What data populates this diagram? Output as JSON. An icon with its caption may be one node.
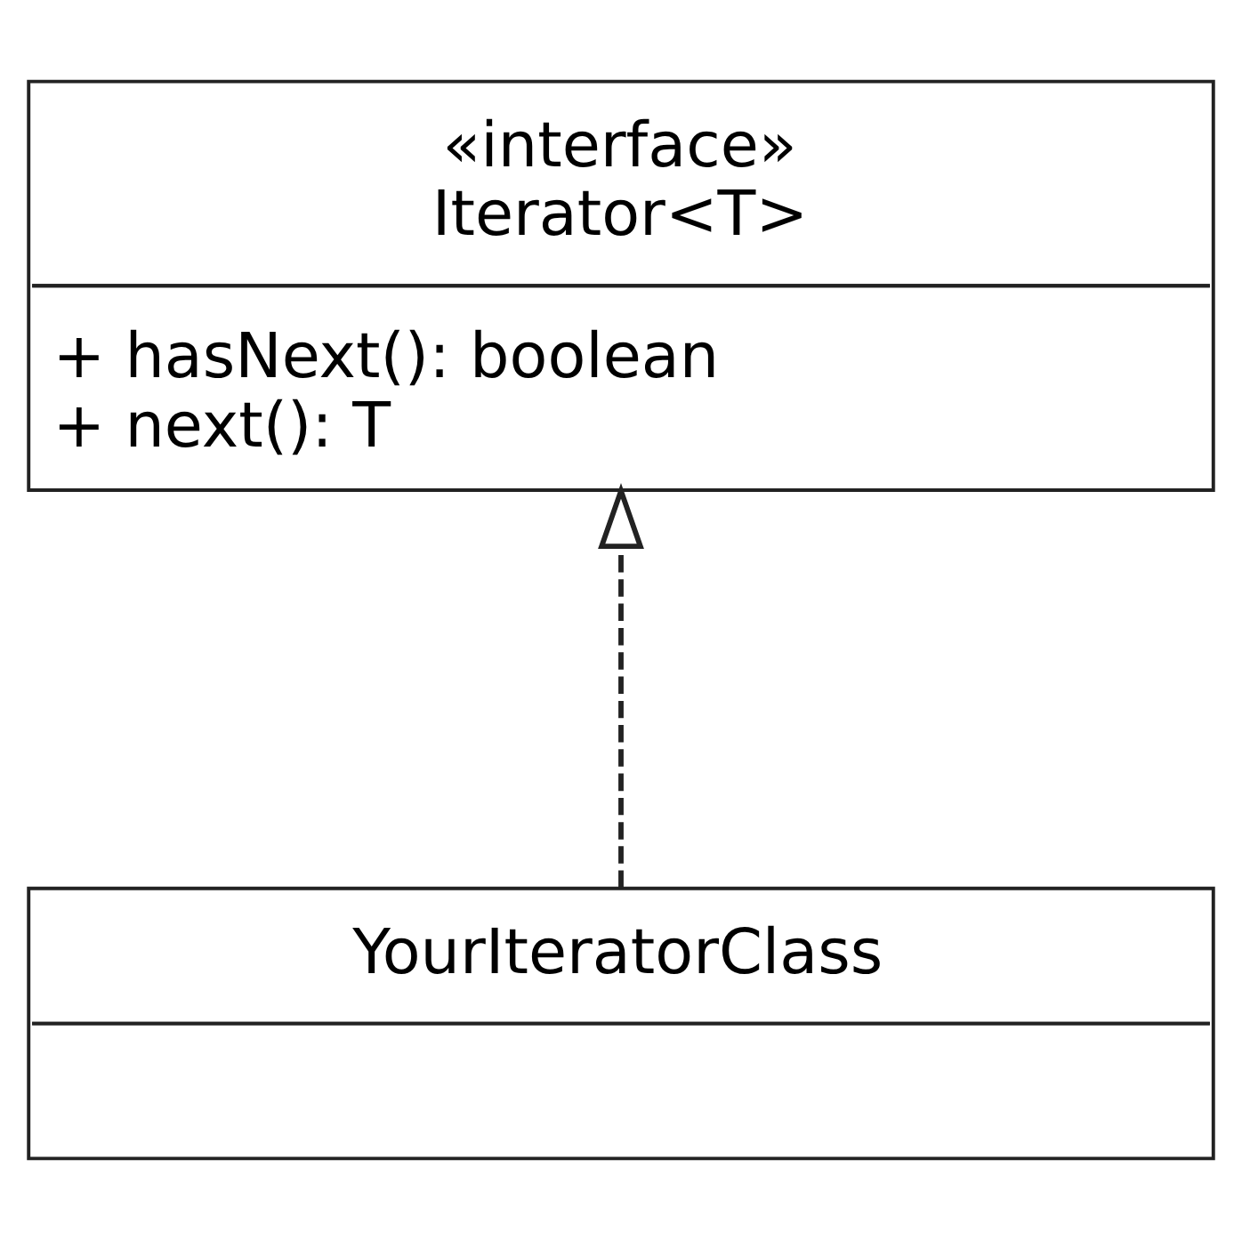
{
  "diagram": {
    "nodes": [
      {
        "text": [
          "«interface»",
          "Iterator<T>",
          "+ hasNext(): boolean",
          "+ next(): T"
        ]
      },
      {
        "text": [
          "YourIteratorClass"
        ]
      }
    ],
    "edges": [
      {
        "from": 1,
        "to": 0,
        "arrow": "to",
        "style": "dashed"
      }
    ]
  }
}
